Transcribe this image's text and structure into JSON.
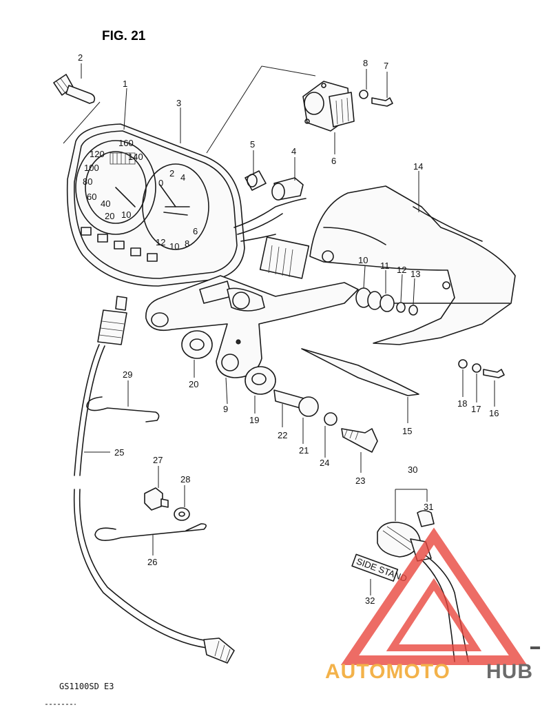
{
  "figure": {
    "title": "FIG. 21",
    "model_code": "GS1100SD  E3"
  },
  "callouts": [
    "1",
    "2",
    "3",
    "4",
    "5",
    "6",
    "7",
    "8",
    "9",
    "10",
    "11",
    "12",
    "13",
    "14",
    "15",
    "16",
    "17",
    "18",
    "19",
    "20",
    "21",
    "22",
    "23",
    "24",
    "25",
    "26",
    "27",
    "28",
    "29",
    "30",
    "31",
    "32"
  ],
  "side_stand_plate": "SIDE STAND",
  "gauge_numbers": {
    "speedo": [
      "160",
      "140",
      "120",
      "100",
      "80",
      "60",
      "40",
      "20",
      "10"
    ],
    "tacho": [
      "0",
      "2",
      "4",
      "6",
      "8",
      "10",
      "12"
    ]
  },
  "watermark": {
    "text_left": "AUTOMOTO",
    "text_right": "HUB",
    "color_left": "#f3b24a",
    "color_right": "#6b6b6b",
    "triangle_color": "#e8433a"
  }
}
